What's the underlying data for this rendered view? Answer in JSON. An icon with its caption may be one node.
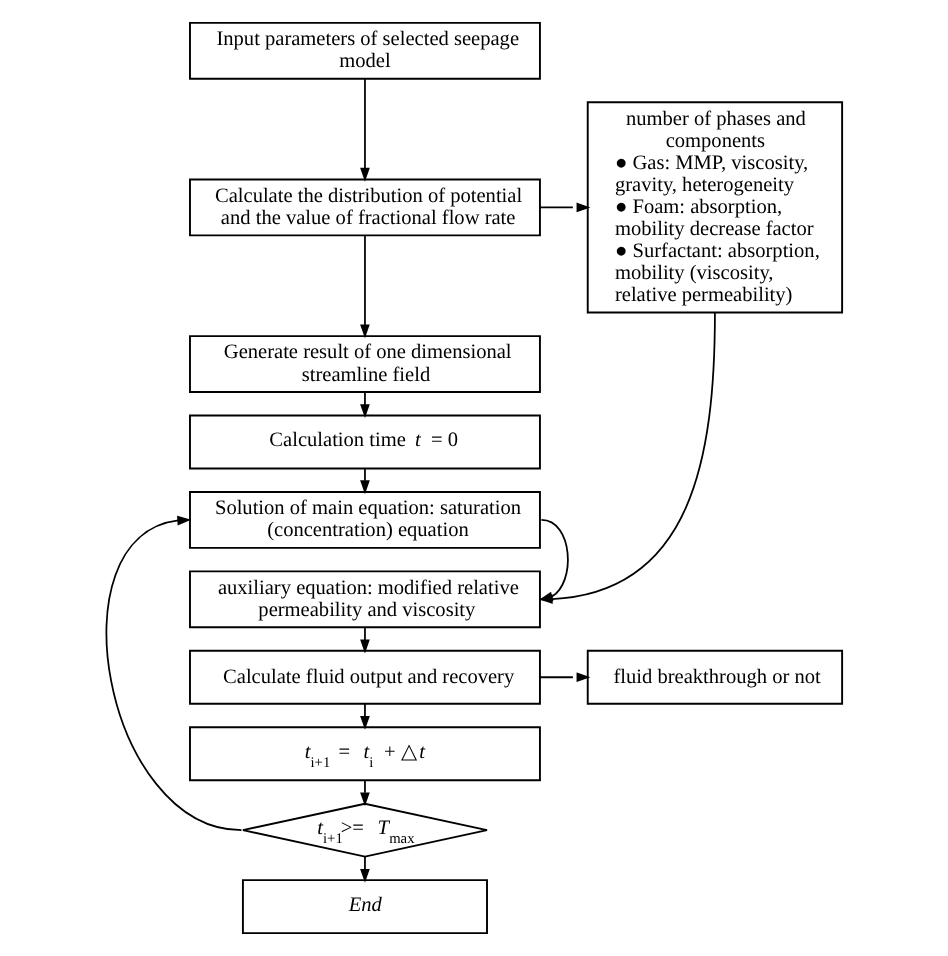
{
  "diagram": {
    "nodes": [
      {
        "text": [
          "Input parameters of selected seepage model"
        ]
      },
      {
        "text": [
          "Calculate the distribution of potential and the value of fractional flow rate"
        ]
      },
      {
        "text": [
          "number of phases and components",
          "● Gas: MMP, viscosity, gravity, heterogeneity",
          "● Foam: absorption, mobility decrease factor",
          "● Surfactant: absorption, mobility (viscosity, relative permeability)"
        ]
      },
      {
        "text": [
          "Generate result of one dimensional streamline field"
        ]
      },
      {
        "text": [
          "Calculation time *t* = 0"
        ]
      },
      {
        "text": [
          "Solution of main equation: saturation (concentration) equation"
        ]
      },
      {
        "text": [
          "auxiliary equation: modified relative permeability and viscosity"
        ]
      },
      {
        "text": [
          "Calculate fluid output and recovery"
        ]
      },
      {
        "text": [
          "fluid breakthrough or not"
        ]
      },
      {
        "text": [
          "*t*$_{i+1}$ = *t*$_{i}$ + △*t*"
        ]
      },
      {
        "text": [
          "*t*$_{i+1}$>= *T*$_{max}$"
        ]
      },
      {
        "text": [
          "End"
        ]
      }
    ],
    "edges": [
      {
        "from": 0,
        "to": 1,
        "arrow": "to"
      },
      {
        "from": 1,
        "to": 2,
        "arrow": "to"
      },
      {
        "from": 1,
        "to": 3,
        "arrow": "to"
      },
      {
        "from": 3,
        "to": 4,
        "arrow": "to"
      },
      {
        "from": 4,
        "to": 5,
        "arrow": "to"
      },
      {
        "from": 5,
        "to": 6,
        "arrow": "to"
      },
      {
        "from": 2,
        "to": 6,
        "arrow": "to"
      },
      {
        "from": 6,
        "to": 7,
        "arrow": "to"
      },
      {
        "from": 7,
        "to": 8,
        "arrow": "to"
      },
      {
        "from": 7,
        "to": 9,
        "arrow": "to"
      },
      {
        "from": 9,
        "to": 10,
        "arrow": "to"
      },
      {
        "from": 10,
        "to": 5,
        "arrow": "to"
      },
      {
        "from": 10,
        "to": 11,
        "arrow": "to"
      }
    ]
  }
}
